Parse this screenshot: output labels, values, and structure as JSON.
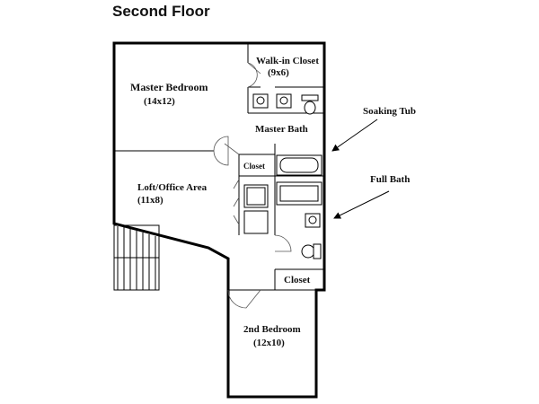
{
  "title": "Second Floor",
  "rooms": {
    "walk_in_closet": {
      "label": "Walk-in Closet",
      "size": "(9x6)"
    },
    "master_bedroom": {
      "label": "Master Bedroom",
      "size": "(14x12)"
    },
    "master_bath": {
      "label": "Master Bath"
    },
    "closet_hall": {
      "label": "Closet"
    },
    "loft_office": {
      "label": "Loft/Office Area",
      "size": "(11x8)"
    },
    "closet_lower": {
      "label": "Closet"
    },
    "second_bedroom": {
      "label": "2nd Bedroom",
      "size": "(12x10)"
    }
  },
  "annotations": {
    "soaking_tub": "Soaking Tub",
    "full_bath": "Full Bath"
  }
}
